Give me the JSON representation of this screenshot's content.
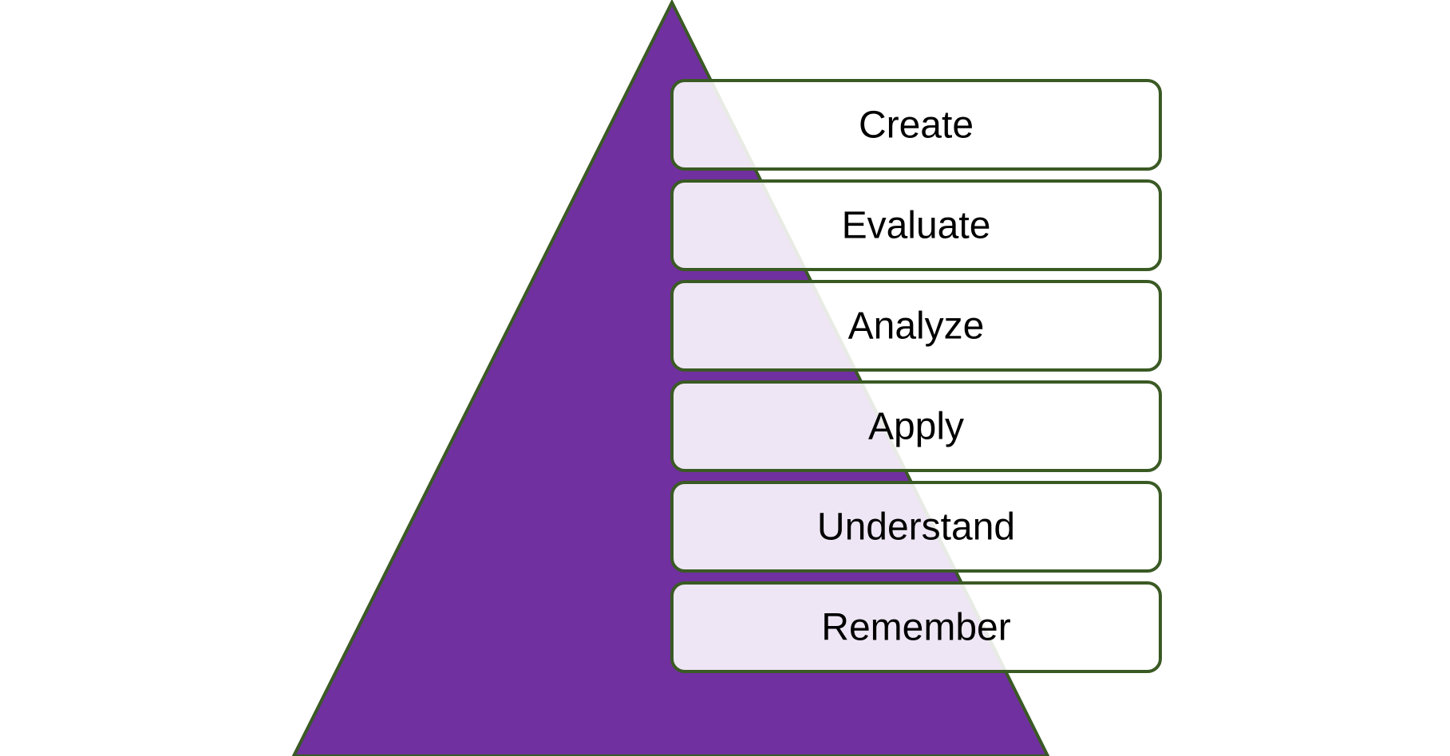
{
  "colors": {
    "triangle_fill": "#7030A0",
    "outline": "#3A5A24",
    "box_fill": "#FFFFFF",
    "box_fill_opacity": 0.88,
    "text": "#000000"
  },
  "pyramid": {
    "levels": [
      {
        "label": "Create"
      },
      {
        "label": "Evaluate"
      },
      {
        "label": "Analyze"
      },
      {
        "label": "Apply"
      },
      {
        "label": "Understand"
      },
      {
        "label": "Remember"
      }
    ]
  }
}
